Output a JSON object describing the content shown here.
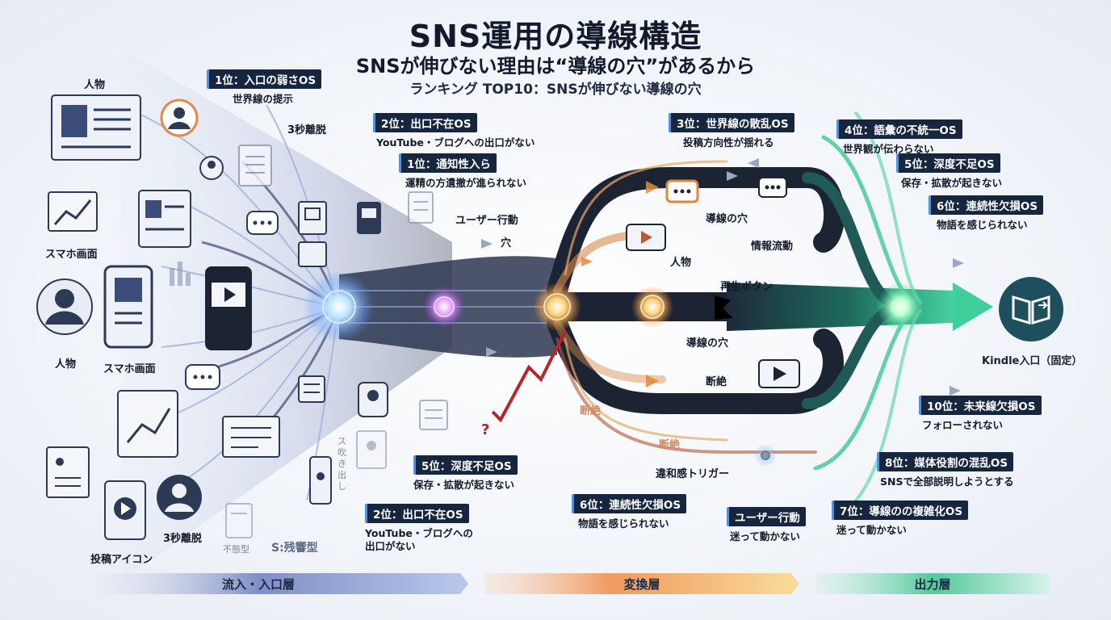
{
  "header": {
    "title": "SNS運用の導線構造",
    "subtitle": "SNSが伸びない理由は“導線の穴”があるから",
    "ranking_label": "ランキング TOP10：SNSが伸びない導線の穴"
  },
  "rank_tags": [
    {
      "tag": "1位：入口の弱さOS",
      "desc": "世界線の提示"
    },
    {
      "tag": "2位：出口不在OS",
      "desc": "YouTube・ブログへの出口がない"
    },
    {
      "tag": "1位：通知性入ら",
      "desc": "運精の方遺撤が進られない"
    },
    {
      "tag": "3位：世界線の散乱OS",
      "desc": "投稿方向性が揺れる"
    },
    {
      "tag": "4位：語彙の不統一OS",
      "desc": "世界観が伝わらない"
    },
    {
      "tag": "5位：深度不足OS",
      "desc": "保存・拡散が起きない"
    },
    {
      "tag": "6位：連続性欠損OS",
      "desc": "物語を感じられない"
    },
    {
      "tag": "10位：未来線欠損OS",
      "desc": "フォローされない"
    },
    {
      "tag": "8位：媒体役割の混乱OS",
      "desc": "SNSで全部説明しようとする"
    },
    {
      "tag": "7位：導線のの複雑化OS",
      "desc": "迷って動かない"
    },
    {
      "tag": "5位：深度不足OS",
      "desc": "保存・拡散が起きない"
    },
    {
      "tag": "6位：連続性欠損OS",
      "desc": "物語を感じられない"
    },
    {
      "tag": "2位：出口不在OS",
      "desc": "YouTube・ブログへの"
    },
    {
      "tag": "ユーザー行動",
      "desc": "迷って動かない"
    }
  ],
  "extra_desc": "出口がない",
  "labels": {
    "person_top": "人物",
    "smartphone_left": "スマホ画面",
    "person_left": "人物",
    "smartphone_bottom": "スマホ画面",
    "post_icon": "投稿アイコン",
    "three_sec_top": "3秒離脱",
    "three_sec_bottom": "3秒離脱",
    "user_action": "ユーザー行動",
    "hole_small": "穴",
    "hole_top": "導線の穴",
    "info_flow": "情報流動",
    "person_mid": "人物",
    "play_button": "再生ボタン",
    "hole_mid": "導線の穴",
    "break_mid": "断絶",
    "break_orange": "断絶",
    "break_orange2": "断絶",
    "discomfort": "違和感トリガー",
    "speech_bubble": "ス吹き出し",
    "unknown_type": "不態型",
    "s_type": "S:残響型",
    "kindle": "Kindle入口（固定）",
    "question": "?"
  },
  "layers": [
    "流入・入口層",
    "変換層",
    "出力層"
  ],
  "colors": {
    "inflow": "#3b4e8f",
    "transform": "#e8793a",
    "output": "#2fb58a",
    "tag_bg": "#17263f",
    "dark_flow": "#1c2434",
    "break_red": "#b3262b"
  },
  "icons": [
    "document-icon",
    "avatar-icon",
    "chart-icon",
    "smartphone-icon",
    "video-icon",
    "chat-bubble-icon",
    "book-icon",
    "play-icon",
    "upload-icon"
  ]
}
